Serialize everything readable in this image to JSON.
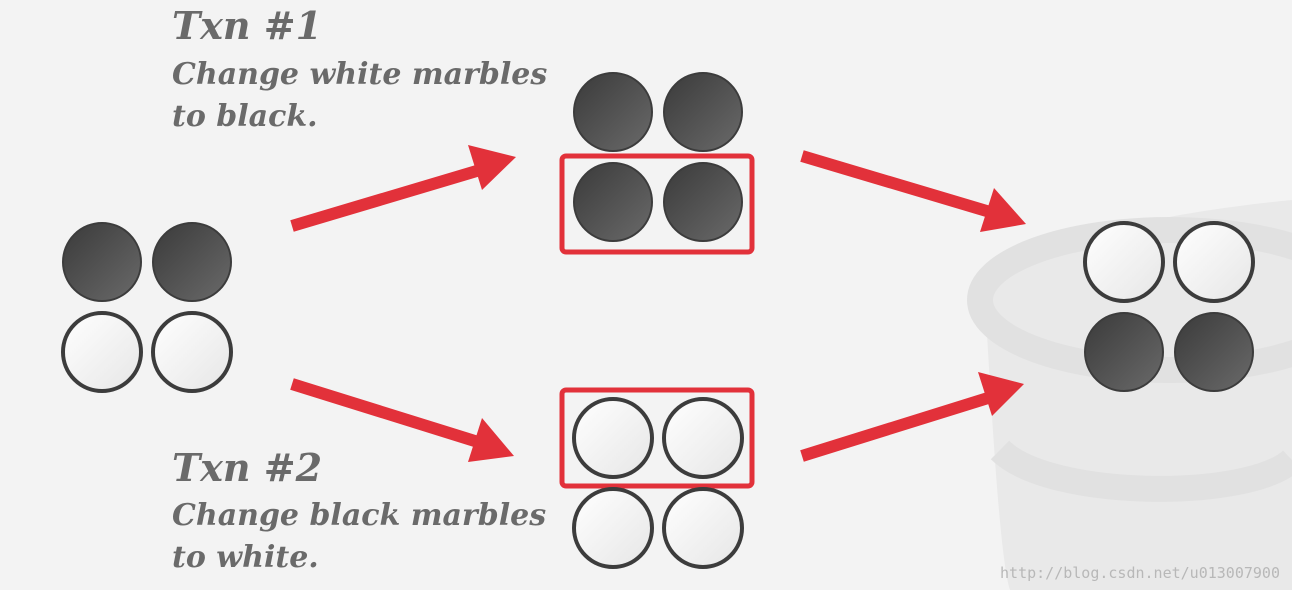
{
  "txn1": {
    "title": "Txn #1",
    "description_line1": "Change white marbles",
    "description_line2": "to black."
  },
  "txn2": {
    "title": "Txn #2",
    "description_line1": "Change black marbles",
    "description_line2": "to white."
  },
  "states": {
    "initial": [
      "black",
      "black",
      "white",
      "white"
    ],
    "after_txn1": [
      "black",
      "black",
      "black",
      "black"
    ],
    "after_txn2": [
      "white",
      "white",
      "white",
      "white"
    ],
    "final": [
      "white",
      "white",
      "black",
      "black"
    ]
  },
  "highlights": {
    "after_txn1": "bottom-row",
    "after_txn2": "top-row"
  },
  "colors": {
    "black_marble": "#4a4a4a",
    "white_marble": "#f2f2f2",
    "marble_outline": "#3c3c3c",
    "arrow": "#e2313a",
    "highlight_box": "#e2313a",
    "text": "#6a6a6a",
    "background_database_icon": "#d9d9d9"
  },
  "background_icon": "database-icon",
  "watermark": "http://blog.csdn.net/u013007900"
}
